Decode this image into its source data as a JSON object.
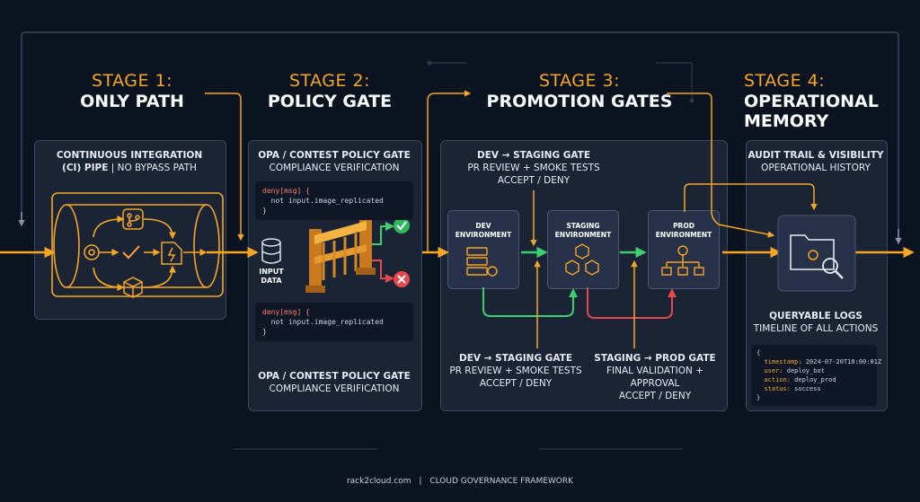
{
  "stages": [
    {
      "number": "STAGE 1:",
      "name": "ONLY PATH"
    },
    {
      "number": "STAGE 2:",
      "name": "POLICY GATE"
    },
    {
      "number": "STAGE 3:",
      "name": "PROMOTION GATES"
    },
    {
      "number": "STAGE 4:",
      "name": "OPERATIONAL",
      "name2": "MEMORY"
    }
  ],
  "stage1": {
    "title1": "CONTINUOUS INTEGRATION",
    "title2": "(CI) PIPE",
    "title3": "| NO BYPASS PATH"
  },
  "stage2": {
    "top_title": "OPA / CONTEST POLICY GATE",
    "top_sub": "COMPLIANCE VERIFICATION",
    "code_line1": "deny[msg] {",
    "code_line2": "  not input.image_replicated",
    "code_line3": "}",
    "input_label1": "INPUT",
    "input_label2": "DATA",
    "bottom_title": "OPA / CONTEST POLICY GATE",
    "bottom_sub": "COMPLIANCE VERIFICATION"
  },
  "stage3": {
    "top_title": "DEV → STAGING GATE",
    "top_sub1": "PR REVIEW + SMOKE TESTS",
    "top_sub2": "ACCEPT / DENY",
    "env_dev1": "DEV",
    "env_dev2": "ENVIRONMENT",
    "env_staging1": "STAGING",
    "env_staging2": "ENVIRONMENT",
    "env_prod1": "PROD",
    "env_prod2": "ENVIRONMENT",
    "bl_title": "DEV → STAGING GATE",
    "bl_sub1": "PR REVIEW + SMOKE TESTS",
    "bl_sub2": "ACCEPT / DENY",
    "br_title": "STAGING → PROD GATE",
    "br_sub1": "FINAL VALIDATION +",
    "br_sub2": "APPROVAL",
    "br_sub3": "ACCEPT / DENY"
  },
  "stage4": {
    "top_title": "AUDIT TRAIL & VISIBILITY",
    "top_sub": "OPERATIONAL HISTORY",
    "logs_title": "QUERYABLE LOGS",
    "logs_sub": "TIMELINE OF ALL ACTIONS",
    "log_open": "{",
    "log_timestamp_key": "timestamp:",
    "log_timestamp_val": "2024-07-20T10:00:01Z",
    "log_user_key": "user:",
    "log_user_val": "deploy_bot",
    "log_action_key": "action:",
    "log_action_val": "deploy_prod",
    "log_status_key": "status:",
    "log_status_val": "success",
    "log_close": "}"
  },
  "footer": {
    "site": "rack2cloud.com",
    "sep": "|",
    "framework": "CLOUD GOVERNANCE FRAMEWORK"
  },
  "colors": {
    "accent": "#f5a623",
    "success": "#3ecf6e",
    "deny": "#e5484d",
    "panel": "#1e283a",
    "background": "#0b1220"
  }
}
